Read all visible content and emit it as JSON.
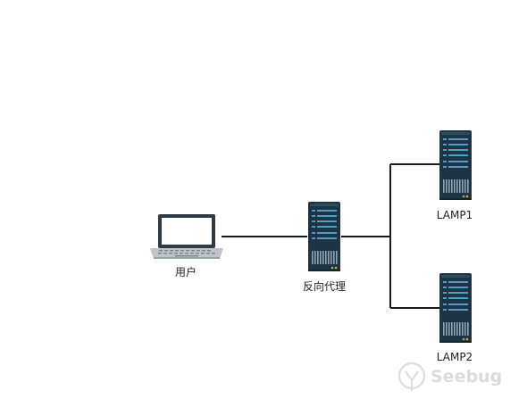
{
  "nodes": {
    "user": {
      "label": "用户",
      "icon": "laptop-icon"
    },
    "proxy": {
      "label": "反向代理",
      "icon": "server-icon"
    },
    "lamp1": {
      "label": "LAMP1",
      "icon": "server-icon"
    },
    "lamp2": {
      "label": "LAMP2",
      "icon": "server-icon"
    }
  },
  "edges": [
    {
      "from": "user",
      "to": "proxy"
    },
    {
      "from": "proxy",
      "to": "lamp1"
    },
    {
      "from": "proxy",
      "to": "lamp2"
    }
  ],
  "watermark": {
    "text": "Seebug"
  },
  "colors": {
    "server_body": "#1f3443",
    "server_slot": "#4e9dc6",
    "line": "#1a1a1a",
    "laptop_frame": "#2f3a44",
    "laptop_base": "#bfc4c8",
    "watermark": "#d9d9d9"
  }
}
